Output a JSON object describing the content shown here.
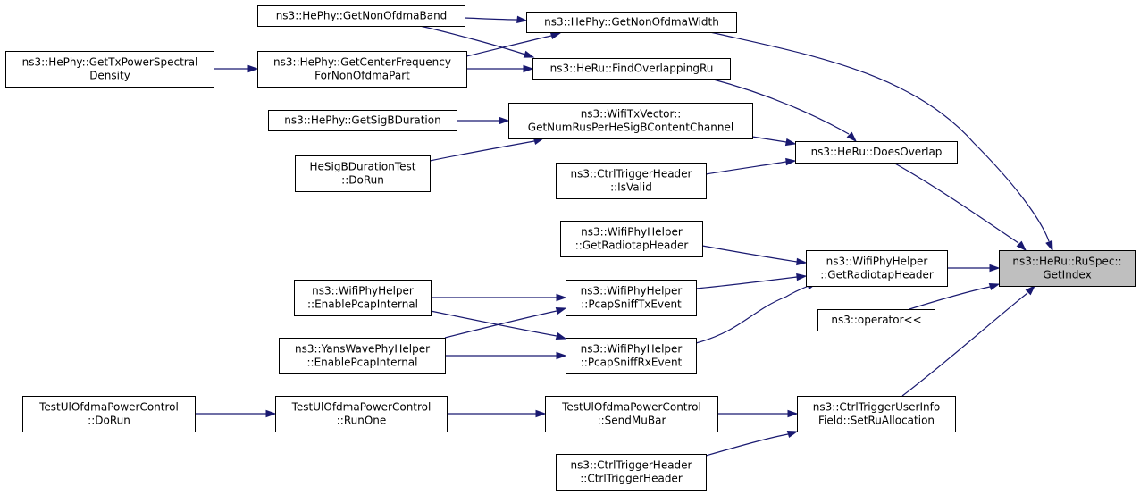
{
  "diagram": {
    "nodes": [
      {
        "id": "getindex",
        "lines": [
          "ns3::HeRu::RuSpec::",
          "GetIndex"
        ],
        "highlighted": true
      },
      {
        "id": "nonofdmaband",
        "lines": [
          "ns3::HePhy::GetNonOfdmaBand"
        ]
      },
      {
        "id": "nonofdmawidth",
        "lines": [
          "ns3::HePhy::GetNonOfdmaWidth"
        ]
      },
      {
        "id": "txpsd",
        "lines": [
          "ns3::HePhy::GetTxPowerSpectral",
          "Density"
        ]
      },
      {
        "id": "centerfreq",
        "lines": [
          "ns3::HePhy::GetCenterFrequency",
          "ForNonOfdmaPart"
        ]
      },
      {
        "id": "findoverlap",
        "lines": [
          "ns3::HeRu::FindOverlappingRu"
        ]
      },
      {
        "id": "sigbduration",
        "lines": [
          "ns3::HePhy::GetSigBDuration"
        ]
      },
      {
        "id": "numrus",
        "lines": [
          "ns3::WifiTxVector::",
          "GetNumRusPerHeSigBContentChannel"
        ]
      },
      {
        "id": "doesoverlap",
        "lines": [
          "ns3::HeRu::DoesOverlap"
        ]
      },
      {
        "id": "hesigbtest",
        "lines": [
          "HeSigBDurationTest",
          "::DoRun"
        ]
      },
      {
        "id": "isvalid",
        "lines": [
          "ns3::CtrlTriggerHeader",
          "::IsValid"
        ]
      },
      {
        "id": "radiotap1",
        "lines": [
          "ns3::WifiPhyHelper",
          "::GetRadiotapHeader"
        ]
      },
      {
        "id": "radiotap2",
        "lines": [
          "ns3::WifiPhyHelper",
          "::GetRadiotapHeader"
        ]
      },
      {
        "id": "enablepcap",
        "lines": [
          "ns3::WifiPhyHelper",
          "::EnablePcapInternal"
        ]
      },
      {
        "id": "sniffTx",
        "lines": [
          "ns3::WifiPhyHelper",
          "::PcapSniffTxEvent"
        ]
      },
      {
        "id": "operator",
        "lines": [
          "ns3::operator<<"
        ]
      },
      {
        "id": "yanswave",
        "lines": [
          "ns3::YansWavePhyHelper",
          "::EnablePcapInternal"
        ]
      },
      {
        "id": "sniffRx",
        "lines": [
          "ns3::WifiPhyHelper",
          "::PcapSniffRxEvent"
        ]
      },
      {
        "id": "uldorun",
        "lines": [
          "TestUlOfdmaPowerControl",
          "::DoRun"
        ]
      },
      {
        "id": "runone",
        "lines": [
          "TestUlOfdmaPowerControl",
          "::RunOne"
        ]
      },
      {
        "id": "sendmubar",
        "lines": [
          "TestUlOfdmaPowerControl",
          "::SendMuBar"
        ]
      },
      {
        "id": "setrualloc",
        "lines": [
          "ns3::CtrlTriggerUserInfo",
          "Field::SetRuAllocation"
        ]
      },
      {
        "id": "ctrltrigger",
        "lines": [
          "ns3::CtrlTriggerHeader",
          "::CtrlTriggerHeader"
        ]
      }
    ],
    "edges": [
      {
        "from": "nonofdmaband",
        "to": "nonofdmawidth"
      },
      {
        "from": "nonofdmaband",
        "to": "findoverlap"
      },
      {
        "from": "centerfreq",
        "to": "nonofdmawidth"
      },
      {
        "from": "centerfreq",
        "to": "findoverlap"
      },
      {
        "from": "txpsd",
        "to": "centerfreq"
      },
      {
        "from": "nonofdmawidth",
        "to": "getindex"
      },
      {
        "from": "findoverlap",
        "to": "doesoverlap"
      },
      {
        "from": "sigbduration",
        "to": "numrus"
      },
      {
        "from": "hesigbtest",
        "to": "numrus"
      },
      {
        "from": "numrus",
        "to": "doesoverlap"
      },
      {
        "from": "isvalid",
        "to": "doesoverlap"
      },
      {
        "from": "doesoverlap",
        "to": "getindex"
      },
      {
        "from": "radiotap1",
        "to": "radiotap2"
      },
      {
        "from": "sniffTx",
        "to": "radiotap2"
      },
      {
        "from": "sniffRx",
        "to": "radiotap2"
      },
      {
        "from": "radiotap2",
        "to": "getindex"
      },
      {
        "from": "operator",
        "to": "getindex"
      },
      {
        "from": "enablepcap",
        "to": "sniffTx"
      },
      {
        "from": "enablepcap",
        "to": "sniffRx"
      },
      {
        "from": "yanswave",
        "to": "sniffTx"
      },
      {
        "from": "yanswave",
        "to": "sniffRx"
      },
      {
        "from": "uldorun",
        "to": "runone"
      },
      {
        "from": "runone",
        "to": "sendmubar"
      },
      {
        "from": "sendmubar",
        "to": "setrualloc"
      },
      {
        "from": "ctrltrigger",
        "to": "setrualloc"
      },
      {
        "from": "setrualloc",
        "to": "getindex"
      }
    ]
  }
}
